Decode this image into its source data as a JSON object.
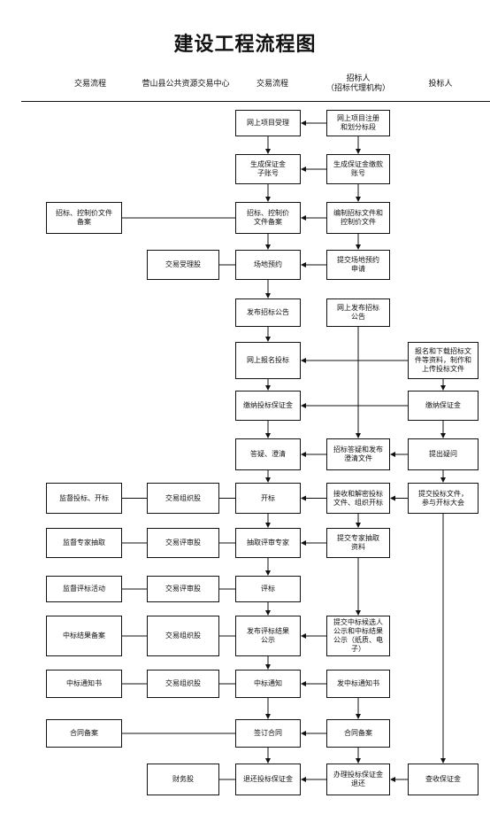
{
  "title": "建设工程流程图",
  "headers": {
    "col1": "交易流程",
    "col2": "营山县公共资源交易中心",
    "col3": "交易流程",
    "col4": "招标人\n（招标代理机构）",
    "col5": "投标人"
  },
  "rows": [
    {
      "flow": "网上项目受理",
      "agent": "网上项目注册\n和划分标段"
    },
    {
      "flow": "生成保证金\n子账号",
      "agent": "生成保证金缴款\n账号"
    },
    {
      "supervision": "招标、控制价文件\n备案",
      "flow": "招标、控制价\n文件备案",
      "agent": "编制招标文件和\n控制价文件"
    },
    {
      "center": "交易受理股",
      "flow": "场地预约",
      "agent": "提交场地预约\n申请"
    },
    {
      "flow": "发布招标公告",
      "agent": "网上发布招标\n公告"
    },
    {
      "flow": "网上报名投标",
      "bidder": "报名和下载招标文\n件等资料，制作和\n上传投标文件"
    },
    {
      "flow": "缴纳投标保证金",
      "bidder": "缴纳保证金"
    },
    {
      "flow": "答疑、澄清",
      "agent": "招标答疑和发布\n澄清文件",
      "bidder": "提出疑问"
    },
    {
      "supervision": "监督投标、开标",
      "center": "交易组织股",
      "flow": "开标",
      "agent": "接收和解密投标\n文件、组织开标",
      "bidder": "提交投标文件，\n参与开标大会"
    },
    {
      "supervision": "监督专家抽取",
      "center": "交易评审股",
      "flow": "抽取评审专家",
      "agent": "提交专家抽取\n资料"
    },
    {
      "supervision": "监督评标活动",
      "center": "交易评审股",
      "flow": "评标"
    },
    {
      "supervision": "中标结果备案",
      "center": "交易组织股",
      "flow": "发布评标结果\n公示",
      "agent": "提交中标候选人\n公示和中标结果\n公示（纸质、电\n子）"
    },
    {
      "supervision": "中标通知书",
      "center": "交易组织股",
      "flow": "中标通知",
      "agent": "发中标通知书"
    },
    {
      "supervision": "合同备案",
      "flow": "签订合同",
      "agent": "合同备案"
    },
    {
      "center": "财务股",
      "flow": "退还投标保证金",
      "agent": "办理投标保证金\n退还",
      "bidder": "查收保证金"
    }
  ]
}
